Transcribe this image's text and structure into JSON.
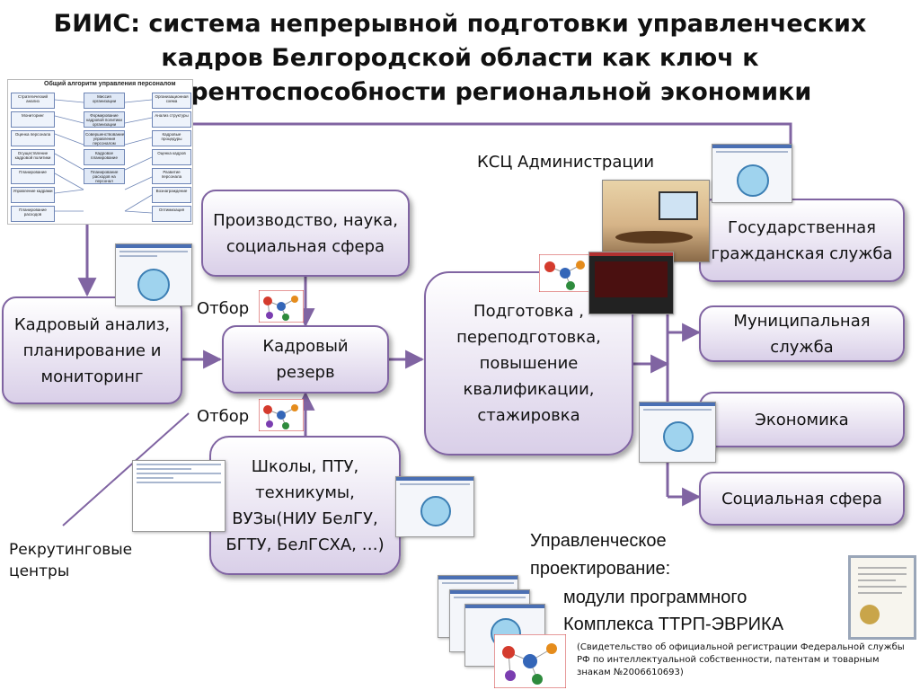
{
  "title": "БИИС: система непрерывной подготовки управленческих кадров Белгородской области как ключ к конкурентоспособности региональной экономики",
  "boxes": {
    "analysis": "Кадровый анализ, планирование и мониторинг",
    "production": "Производство, наука, социальная сфера",
    "reserve": "Кадровый резерв",
    "schools": "Школы, ПТУ, техникумы, ВУЗы(НИУ БелГУ, БГТУ, БелГСХА, …)",
    "training": "Подготовка , переподготовка, повышение квалификации, стажировка",
    "civil_service": "Государственная гражданская служба",
    "municipal": "Муниципальная служба",
    "economy": "Экономика",
    "social": "Социальная сфера"
  },
  "labels": {
    "selection_top": "Отбор",
    "selection_bottom": "Отбор",
    "ksc": "КСЦ Администрации",
    "recruiting": "Рекрутинговые центры",
    "mgmt_line1": "Управленческое",
    "mgmt_line2": "проектирование:",
    "mgmt_line3": "модули программного",
    "mgmt_line4": "Комплекса ТТРП-ЭВРИКА",
    "certificate_note": "(Свидетельство об официальной регистрации Федеральной службы РФ по интеллектуальной собственности, патентам и товарным знакам №2006610693)"
  },
  "algorithm_chart": {
    "heading": "Общий алгоритм управления персоналом",
    "left_items": [
      "Стратегический анализ",
      "Мониторинг",
      "Оценка персонала",
      "Осуществление кадровой политики",
      "Планирование",
      "Управление кадрами",
      "Планирование расходов"
    ],
    "center_items": [
      "Миссия организации",
      "Формирование кадровой политики организации",
      "Совершенствование управления персоналом",
      "Кадровое планирование",
      "Планирование расходов на персонал"
    ],
    "right_items": [
      "Организационная схема",
      "Анализ структуры",
      "Кадровые процедуры",
      "Оценка кадров",
      "Развитие персонала",
      "Вознаграждение",
      "Оптимизация"
    ]
  },
  "colors": {
    "box_border": "#8064a2",
    "box_fill_top": "#ffffff",
    "box_fill_bottom": "#d9cfe8",
    "arrow": "#8064a2"
  }
}
